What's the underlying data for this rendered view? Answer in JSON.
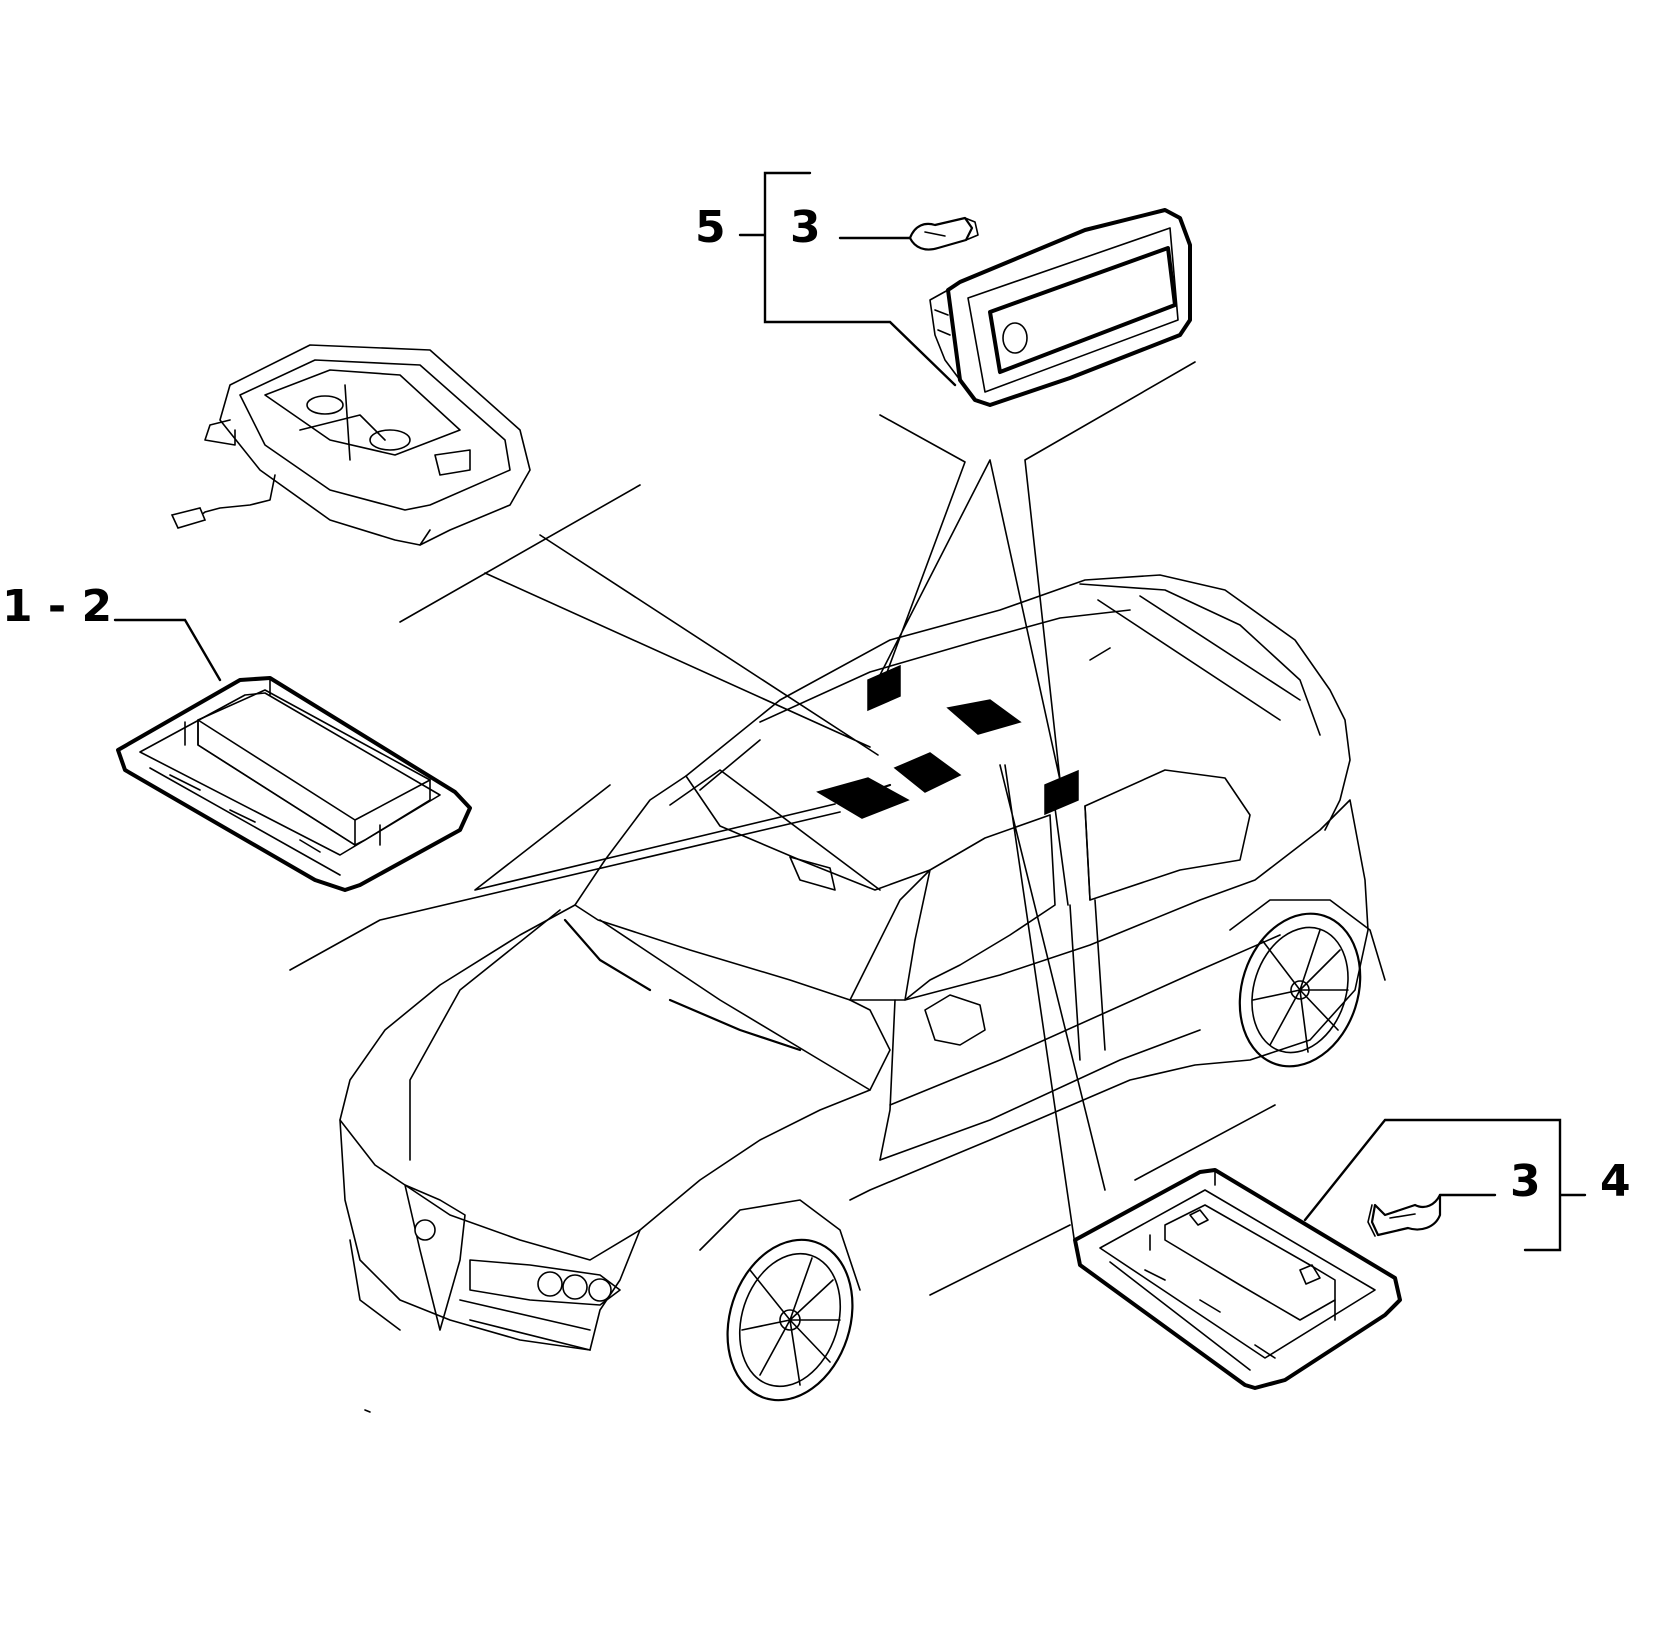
{
  "diagram": {
    "background": "#ffffff",
    "ink": "#000000",
    "callouts": {
      "part_1_2": "1 - 2",
      "part_5": "5",
      "part_3_top": "3",
      "part_3_bottom": "3",
      "part_4": "4"
    }
  }
}
